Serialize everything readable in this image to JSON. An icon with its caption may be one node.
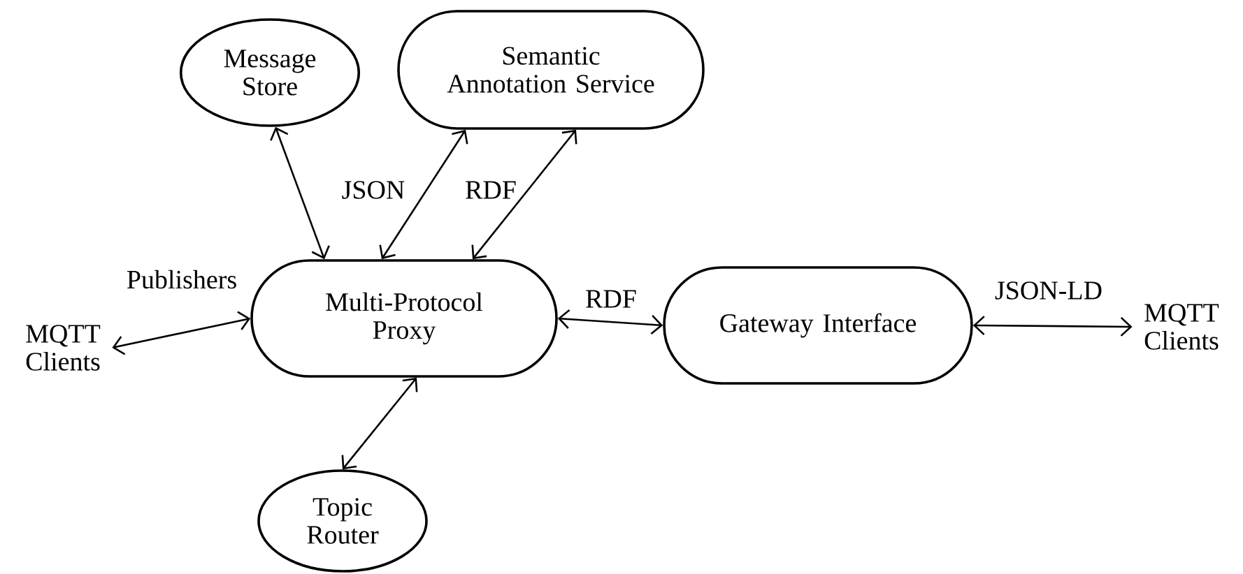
{
  "diagram": {
    "nodes": [
      {
        "text": [
          "Message Store"
        ]
      },
      {
        "text": [
          "Semantic Annotation Service"
        ]
      },
      {
        "text": [
          "MQTT Clients"
        ]
      },
      {
        "text": [
          "Multi-Protocol Proxy"
        ]
      },
      {
        "text": [
          "Gateway Interface"
        ]
      },
      {
        "text": [
          "MQTT Clients"
        ]
      },
      {
        "text": [
          "Topic Router"
        ]
      }
    ],
    "edges": [
      {
        "from": 0,
        "to": 3,
        "arrow": "both"
      },
      {
        "from": 3,
        "to": 1,
        "arrow": "both",
        "label": "JSON"
      },
      {
        "from": 3,
        "to": 1,
        "arrow": "both",
        "label": "RDF"
      },
      {
        "from": 2,
        "to": 3,
        "arrow": "both",
        "label": "Publishers"
      },
      {
        "from": 3,
        "to": 4,
        "arrow": "both",
        "label": "RDF"
      },
      {
        "from": 4,
        "to": 5,
        "arrow": "both",
        "label": "JSON-LD"
      },
      {
        "from": 3,
        "to": 6,
        "arrow": "both"
      }
    ]
  }
}
